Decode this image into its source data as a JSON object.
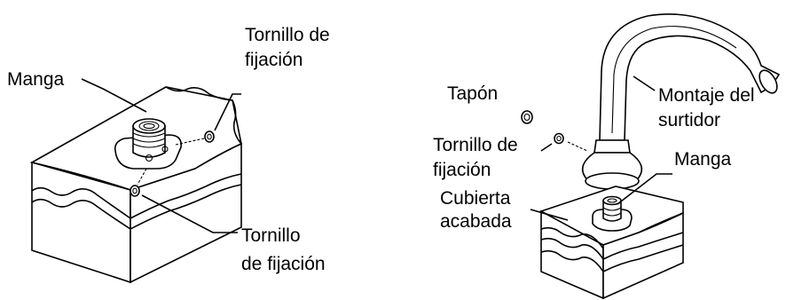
{
  "left_diagram": {
    "labels": {
      "sleeve": "Manga",
      "set_screw_top_line1": "Tornillo de",
      "set_screw_top_line2": "fijación",
      "set_screw_bottom_line1": "Tornillo",
      "set_screw_bottom_line2": "de fijación"
    }
  },
  "right_diagram": {
    "labels": {
      "plug": "Tapón",
      "spout_line1": "Montaje del",
      "spout_line2": "surtidor",
      "set_screw_line1": "Tornillo de",
      "set_screw_line2": "fijación",
      "sleeve": "Manga",
      "deck_line1": "Cubierta",
      "deck_line2": "acabada"
    }
  }
}
